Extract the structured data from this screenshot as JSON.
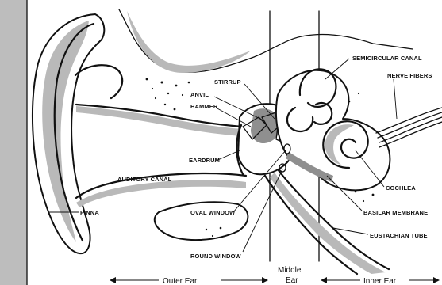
{
  "labels": {
    "semicircular_canal": "SEMICIRCULAR CANAL",
    "nerve_fibers": "NERVE FIBERS",
    "stirrup": "STIRRUP",
    "anvil": "ANVIL",
    "hammer": "HAMMER",
    "eardrum": "EARDRUM",
    "auditory_canal": "AUDITORY CANAL",
    "cochlea": "COCHLEA",
    "pinna": "PINNA",
    "oval_window": "OVAL WINDOW",
    "basilar_membrane": "BASILAR MEMBRANE",
    "eustachian_tube": "EUSTACHIAN TUBE",
    "round_window": "ROUND WINDOW"
  },
  "regions": {
    "outer_ear": "Outer Ear",
    "middle_ear_line1": "Middle",
    "middle_ear_line2": "Ear",
    "inner_ear": "Inner Ear"
  }
}
